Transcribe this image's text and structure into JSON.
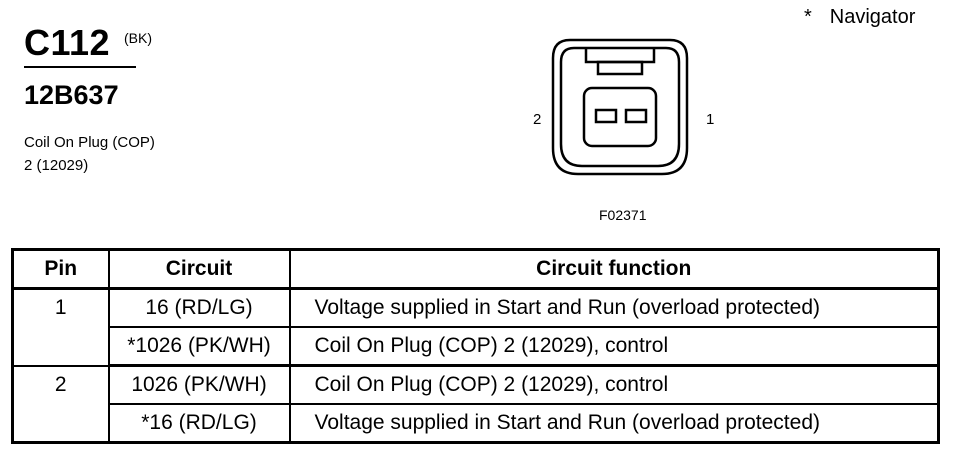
{
  "connector": {
    "id": "C112",
    "color_code": "(BK)",
    "part_number": "12B637",
    "description_line1": "Coil On Plug (COP)",
    "description_line2": "2 (12029)"
  },
  "note": {
    "marker": "*",
    "text": "Navigator"
  },
  "figure": {
    "pin_left": "2",
    "pin_right": "1",
    "code": "F02371"
  },
  "table": {
    "headers": [
      "Pin",
      "Circuit",
      "Circuit function"
    ],
    "groups": [
      {
        "pin": "1",
        "rows": [
          {
            "circuit": "16 (RD/LG)",
            "function": "Voltage supplied in Start and Run (overload protected)"
          },
          {
            "circuit": "*1026 (PK/WH)",
            "function": "Coil On Plug (COP) 2 (12029), control"
          }
        ]
      },
      {
        "pin": "2",
        "rows": [
          {
            "circuit": "1026 (PK/WH)",
            "function": "Coil On Plug (COP) 2 (12029), control"
          },
          {
            "circuit": "*16 (RD/LG)",
            "function": "Voltage supplied in Start and Run (overload protected)"
          }
        ]
      }
    ]
  }
}
